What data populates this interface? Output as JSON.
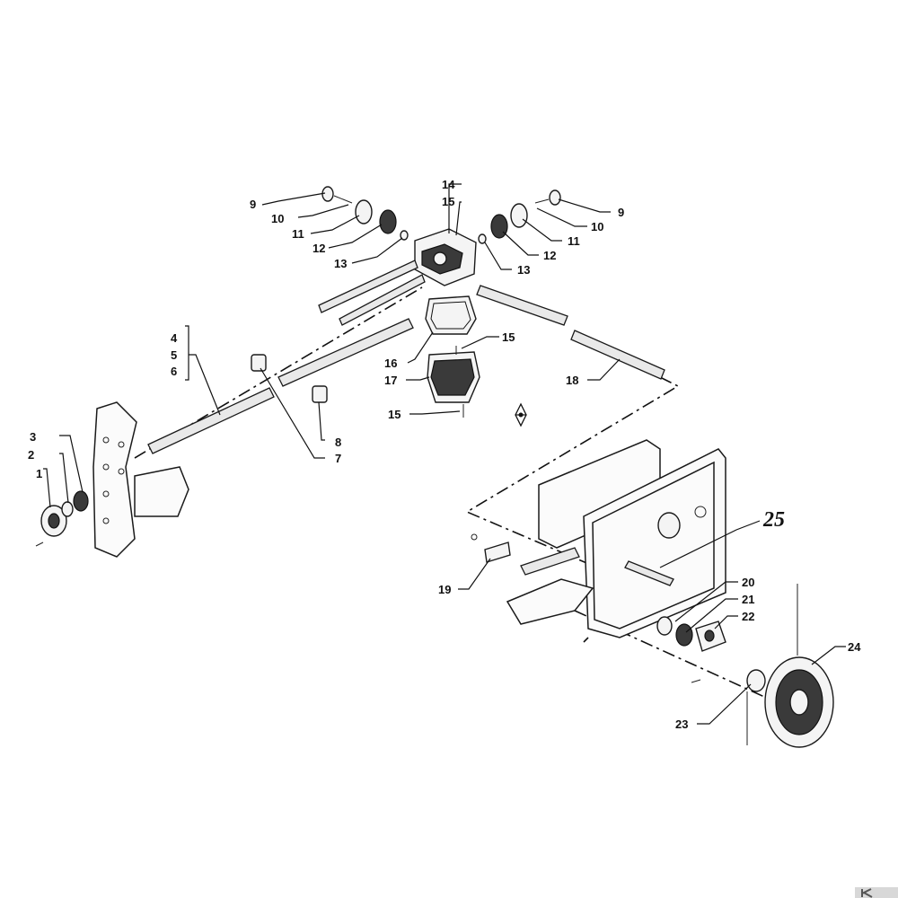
{
  "labels": {
    "l1": "1",
    "l2": "2",
    "l3": "3",
    "l4": "4",
    "l5": "5",
    "l6": "6",
    "l7": "7",
    "l8": "8",
    "l9a": "9",
    "l9b": "9",
    "l10a": "10",
    "l10b": "10",
    "l11a": "11",
    "l11b": "11",
    "l12a": "12",
    "l12b": "12",
    "l13a": "13",
    "l13b": "13",
    "l14": "14",
    "l15a": "15",
    "l15b": "15",
    "l15c": "15",
    "l16": "16",
    "l17": "17",
    "l18": "18",
    "l19": "19",
    "l20": "20",
    "l21": "21",
    "l22": "22",
    "l23": "23",
    "l24": "24",
    "l25": "25"
  },
  "icons": {
    "logo": "brand-logo-icon",
    "direction": "direction-symbol-icon"
  }
}
